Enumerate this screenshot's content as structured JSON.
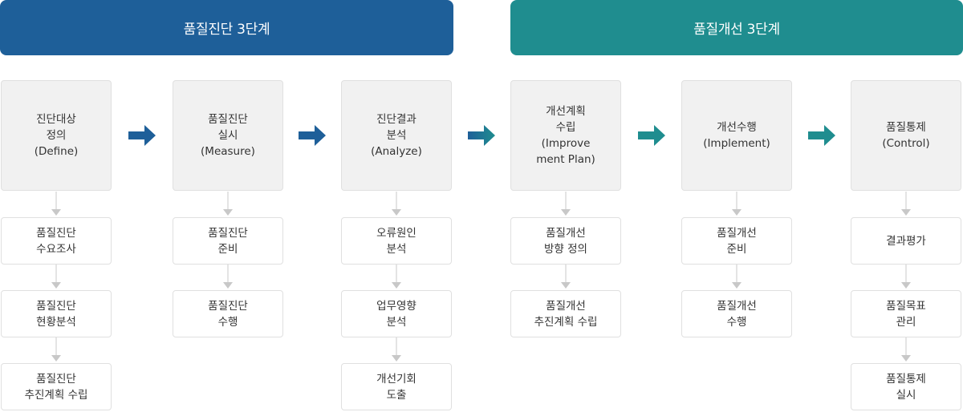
{
  "phases": [
    {
      "title": "품질진단 3단계",
      "color": "#1e5f99"
    },
    {
      "title": "품질개선 3단계",
      "color": "#1f8d8f"
    }
  ],
  "columns": [
    {
      "stage": "진단대상\n정의\n(Define)",
      "steps": [
        "품질진단\n수요조사",
        "품질진단\n현황분석",
        "품질진단\n추진계획 수립"
      ]
    },
    {
      "stage": "품질진단\n실시\n(Measure)",
      "steps": [
        "품질진단\n준비",
        "품질진단\n수행"
      ]
    },
    {
      "stage": "진단결과\n분석\n(Analyze)",
      "steps": [
        "오류원인\n분석",
        "업무영향\n분석",
        "개선기회\n도출"
      ]
    },
    {
      "stage": "개선계획\n수립\n(Improve\nment Plan)",
      "steps": [
        "품질개선\n방향 정의",
        "품질개선\n추진계획 수립"
      ]
    },
    {
      "stage": "개선수행\n(Implement)",
      "steps": [
        "품질개선\n준비",
        "품질개선\n수행"
      ]
    },
    {
      "stage": "품질통제\n(Control)",
      "steps": [
        "결과평가",
        "품질목표\n관리",
        "품질통제\n실시"
      ]
    }
  ],
  "arrows": [
    {
      "icon": "right-arrow-icon",
      "color": "#1e5f99"
    },
    {
      "icon": "right-arrow-icon",
      "color": "#1e5f99"
    },
    {
      "icon": "right-arrow-icon",
      "color": "gradient-blue-teal"
    },
    {
      "icon": "right-arrow-icon",
      "color": "#1f8d8f"
    },
    {
      "icon": "right-arrow-icon",
      "color": "#1f8d8f"
    }
  ],
  "connector_color": "#c8c8c8"
}
